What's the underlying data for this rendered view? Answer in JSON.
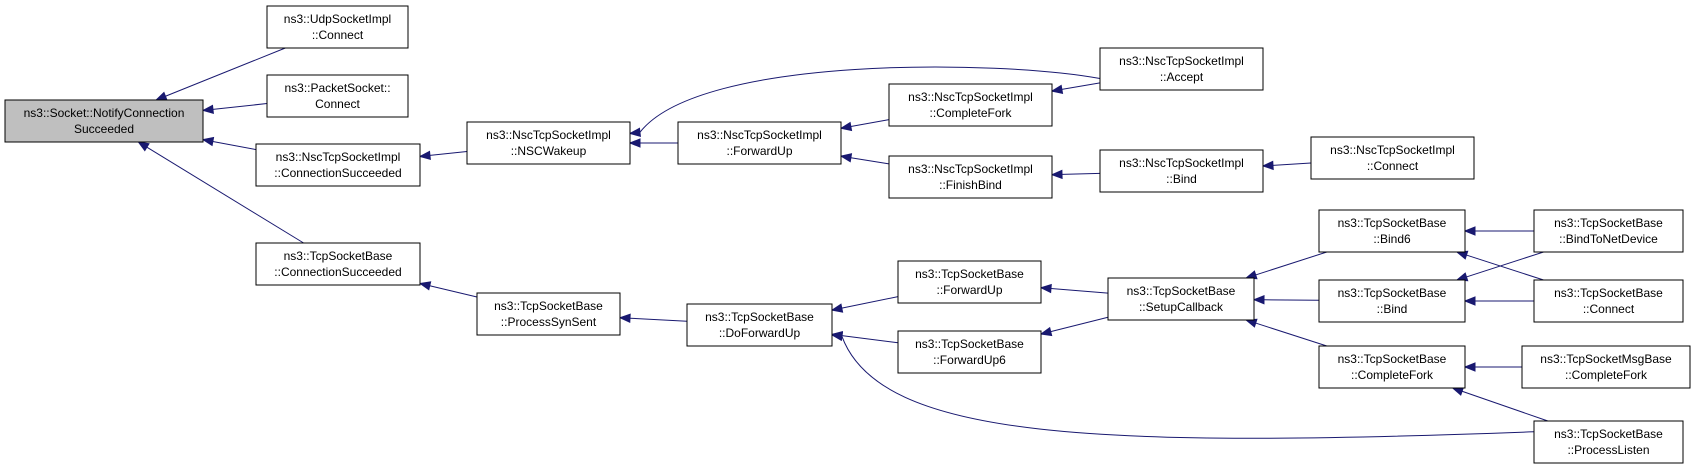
{
  "diagram": {
    "nodes": [
      {
        "id": "root",
        "lines": [
          "ns3::Socket::NotifyConnection",
          "Succeeded"
        ]
      },
      {
        "id": "udp_connect",
        "lines": [
          "ns3::UdpSocketImpl",
          "::Connect"
        ]
      },
      {
        "id": "packet_connect",
        "lines": [
          "ns3::PacketSocket::",
          "Connect"
        ]
      },
      {
        "id": "nsc_connsucc",
        "lines": [
          "ns3::NscTcpSocketImpl",
          "::ConnectionSucceeded"
        ]
      },
      {
        "id": "tcp_connsucc",
        "lines": [
          "ns3::TcpSocketBase",
          "::ConnectionSucceeded"
        ]
      },
      {
        "id": "nsc_wakeup",
        "lines": [
          "ns3::NscTcpSocketImpl",
          "::NSCWakeup"
        ]
      },
      {
        "id": "nsc_forwardup",
        "lines": [
          "ns3::NscTcpSocketImpl",
          "::ForwardUp"
        ]
      },
      {
        "id": "nsc_completefork",
        "lines": [
          "ns3::NscTcpSocketImpl",
          "::CompleteFork"
        ]
      },
      {
        "id": "nsc_accept",
        "lines": [
          "ns3::NscTcpSocketImpl",
          "::Accept"
        ]
      },
      {
        "id": "nsc_finishbind",
        "lines": [
          "ns3::NscTcpSocketImpl",
          "::FinishBind"
        ]
      },
      {
        "id": "nsc_bind",
        "lines": [
          "ns3::NscTcpSocketImpl",
          "::Bind"
        ]
      },
      {
        "id": "nsc_connect",
        "lines": [
          "ns3::NscTcpSocketImpl",
          "::Connect"
        ]
      },
      {
        "id": "tcp_processsynsent",
        "lines": [
          "ns3::TcpSocketBase",
          "::ProcessSynSent"
        ]
      },
      {
        "id": "tcp_doforwardup",
        "lines": [
          "ns3::TcpSocketBase",
          "::DoForwardUp"
        ]
      },
      {
        "id": "tcp_forwardup",
        "lines": [
          "ns3::TcpSocketBase",
          "::ForwardUp"
        ]
      },
      {
        "id": "tcp_forwardup6",
        "lines": [
          "ns3::TcpSocketBase",
          "::ForwardUp6"
        ]
      },
      {
        "id": "tcp_setupcallback",
        "lines": [
          "ns3::TcpSocketBase",
          "::SetupCallback"
        ]
      },
      {
        "id": "tcp_bind6",
        "lines": [
          "ns3::TcpSocketBase",
          "::Bind6"
        ]
      },
      {
        "id": "tcp_bind",
        "lines": [
          "ns3::TcpSocketBase",
          "::Bind"
        ]
      },
      {
        "id": "tcp_completefork",
        "lines": [
          "ns3::TcpSocketBase",
          "::CompleteFork"
        ]
      },
      {
        "id": "tcp_bindtonetdevice",
        "lines": [
          "ns3::TcpSocketBase",
          "::BindToNetDevice"
        ]
      },
      {
        "id": "tcp_connect",
        "lines": [
          "ns3::TcpSocketBase",
          "::Connect"
        ]
      },
      {
        "id": "tcpmsg_completefork",
        "lines": [
          "ns3::TcpSocketMsgBase",
          "::CompleteFork"
        ]
      },
      {
        "id": "tcp_processlisten",
        "lines": [
          "ns3::TcpSocketBase",
          "::ProcessListen"
        ]
      }
    ],
    "edges": [
      {
        "from": "udp_connect",
        "to": "root"
      },
      {
        "from": "packet_connect",
        "to": "root"
      },
      {
        "from": "nsc_connsucc",
        "to": "root"
      },
      {
        "from": "tcp_connsucc",
        "to": "root"
      },
      {
        "from": "nsc_wakeup",
        "to": "nsc_connsucc"
      },
      {
        "from": "nsc_accept",
        "to": "nsc_wakeup"
      },
      {
        "from": "nsc_forwardup",
        "to": "nsc_wakeup"
      },
      {
        "from": "nsc_completefork",
        "to": "nsc_forwardup"
      },
      {
        "from": "nsc_finishbind",
        "to": "nsc_forwardup"
      },
      {
        "from": "nsc_accept",
        "to": "nsc_completefork"
      },
      {
        "from": "nsc_bind",
        "to": "nsc_finishbind"
      },
      {
        "from": "nsc_connect",
        "to": "nsc_bind"
      },
      {
        "from": "tcp_processsynsent",
        "to": "tcp_connsucc"
      },
      {
        "from": "tcp_doforwardup",
        "to": "tcp_processsynsent"
      },
      {
        "from": "tcp_forwardup",
        "to": "tcp_doforwardup"
      },
      {
        "from": "tcp_forwardup6",
        "to": "tcp_doforwardup"
      },
      {
        "from": "tcp_processlisten",
        "to": "tcp_doforwardup"
      },
      {
        "from": "tcp_setupcallback",
        "to": "tcp_forwardup"
      },
      {
        "from": "tcp_setupcallback",
        "to": "tcp_forwardup6"
      },
      {
        "from": "tcp_bind6",
        "to": "tcp_setupcallback"
      },
      {
        "from": "tcp_bind",
        "to": "tcp_setupcallback"
      },
      {
        "from": "tcp_completefork",
        "to": "tcp_setupcallback"
      },
      {
        "from": "tcp_bindtonetdevice",
        "to": "tcp_bind6"
      },
      {
        "from": "tcp_connect",
        "to": "tcp_bind6"
      },
      {
        "from": "tcp_bindtonetdevice",
        "to": "tcp_bind"
      },
      {
        "from": "tcp_connect",
        "to": "tcp_bind"
      },
      {
        "from": "tcpmsg_completefork",
        "to": "tcp_completefork"
      },
      {
        "from": "tcp_processlisten",
        "to": "tcp_completefork"
      }
    ]
  }
}
